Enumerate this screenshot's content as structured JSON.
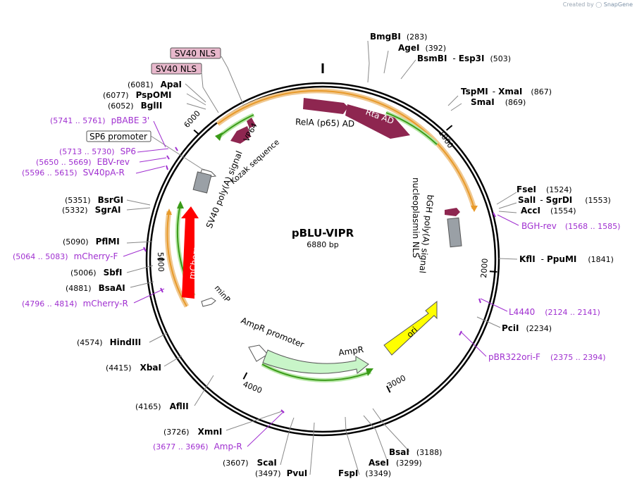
{
  "created_by": {
    "prefix": "Created by",
    "brand": "SnapGene"
  },
  "plasmid": {
    "name": "pBLU-VIPR",
    "length": "6880 bp"
  },
  "ticks": [
    {
      "label": "1000"
    },
    {
      "label": "2000"
    },
    {
      "label": "3000"
    },
    {
      "label": "4000"
    },
    {
      "label": "5000"
    },
    {
      "label": "6000"
    }
  ],
  "features": [
    {
      "label": "RelA (p65) AD",
      "color": "#8e2650"
    },
    {
      "label": "Rta AD",
      "color": "#8e2650"
    },
    {
      "label": "VP64",
      "color": "#8e2650"
    },
    {
      "label": "Kozak sequence",
      "color": "#ffffff"
    },
    {
      "label": "SV40 poly(A) signal",
      "color": "#9aa0a6"
    },
    {
      "label": "mCherry",
      "color": "#ff0000"
    },
    {
      "label": "minP",
      "color": "#ffffff"
    },
    {
      "label": "AmpR promoter",
      "color": "#ffffff"
    },
    {
      "label": "AmpR",
      "color": "#c8f5c8"
    },
    {
      "label": "ori",
      "color": "#ffff00"
    },
    {
      "label": "bGH poly(A) signal",
      "color": "#9aa0a6"
    },
    {
      "label": "nucleoplasmin NLS",
      "color": "#8e2650"
    }
  ],
  "boxed_labels": [
    {
      "text": "SV40 NLS",
      "fill": "#e8b8cc"
    },
    {
      "text": "SV40 NLS",
      "fill": "#e8b8cc"
    },
    {
      "text": "SP6 promoter",
      "fill": "#ffffff"
    }
  ],
  "sites": [
    {
      "name": "BmgBI",
      "pos": "(283)"
    },
    {
      "name": "AgeI",
      "pos": "(392)"
    },
    {
      "name": "BsmBI",
      "sep": "-",
      "name2": "Esp3I",
      "pos": "(503)"
    },
    {
      "name": "TspMI",
      "sep": "-",
      "name2": "XmaI",
      "pos": "(867)"
    },
    {
      "name": "SmaI",
      "pos": "(869)"
    },
    {
      "name": "FseI",
      "pos": "(1524)"
    },
    {
      "name": "SalI",
      "sep": "-",
      "name2": "SgrDI",
      "pos": "(1553)"
    },
    {
      "name": "AccI",
      "pos": "(1554)"
    },
    {
      "name": "KflI",
      "sep": "-",
      "name2": "PpuMI",
      "pos": "(1841)"
    },
    {
      "name": "PciI",
      "pos": "(2234)"
    },
    {
      "name": "BsaI",
      "pos": "(3188)"
    },
    {
      "name": "AseI",
      "pos": "(3299)"
    },
    {
      "name": "FspI",
      "pos": "(3349)"
    },
    {
      "name": "PvuI",
      "pos": "(3497)"
    },
    {
      "name": "ScaI",
      "pos": "(3607)"
    },
    {
      "name": "XmnI",
      "pos": "(3726)"
    },
    {
      "name": "AflII",
      "pos": "(4165)"
    },
    {
      "name": "XbaI",
      "pos": "(4415)"
    },
    {
      "name": "HindIII",
      "pos": "(4574)"
    },
    {
      "name": "BsaAI",
      "pos": "(4881)"
    },
    {
      "name": "SbfI",
      "pos": "(5006)"
    },
    {
      "name": "PflMI",
      "pos": "(5090)"
    },
    {
      "name": "SgrAI",
      "pos": "(5332)"
    },
    {
      "name": "BsrGI",
      "pos": "(5351)"
    },
    {
      "name": "BglII",
      "pos": "(6052)"
    },
    {
      "name": "PspOMI",
      "pos": "(6077)"
    },
    {
      "name": "ApaI",
      "pos": "(6081)"
    }
  ],
  "primers": [
    {
      "name": "BGH-rev",
      "range": "(1568 .. 1585)"
    },
    {
      "name": "L4440",
      "range": "(2124 .. 2141)"
    },
    {
      "name": "pBR322ori-F",
      "range": "(2375 .. 2394)"
    },
    {
      "name": "Amp-R",
      "range": "(3677 .. 3696)"
    },
    {
      "name": "mCherry-R",
      "range": "(4796 .. 4814)"
    },
    {
      "name": "mCherry-F",
      "range": "(5064 .. 5083)"
    },
    {
      "name": "SV40pA-R",
      "range": "(5596 .. 5615)"
    },
    {
      "name": "EBV-rev",
      "range": "(5650 .. 5669)"
    },
    {
      "name": "SP6",
      "range": "(5713 .. 5730)"
    },
    {
      "name": "pBABE 3'",
      "range": "(5741 .. 5761)"
    }
  ],
  "colors": {
    "primer": "#a030d0",
    "orf": "#e8a020",
    "orf_line": "#e05010",
    "arrow": "#3a9a18",
    "backbone": "#000000"
  }
}
